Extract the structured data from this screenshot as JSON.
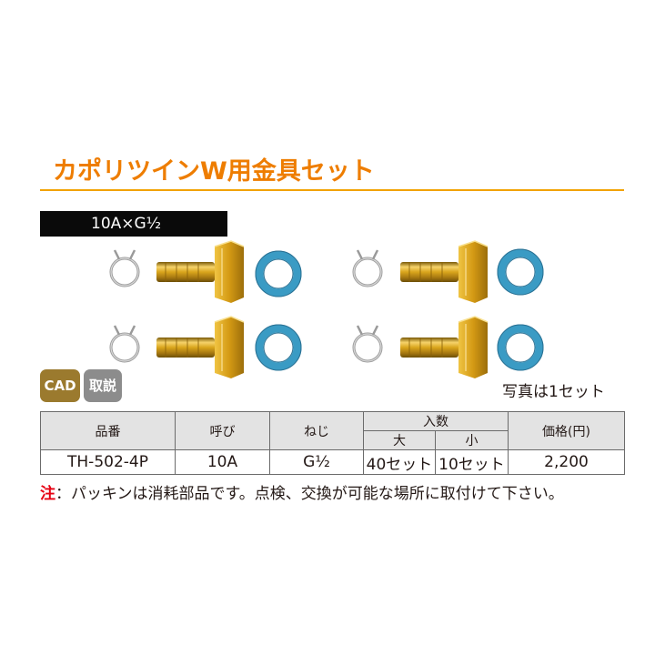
{
  "title": "カポリツインW用金具セット",
  "spec_label": "10A×G½",
  "badges": {
    "cad": "CAD",
    "manual": "取説"
  },
  "photo_caption": "写真は1セット",
  "table": {
    "headers": {
      "part_number": "品番",
      "nominal": "呼び",
      "thread": "ねじ",
      "quantity": "入数",
      "quantity_large": "大",
      "quantity_small": "小",
      "price": "価格(円)"
    },
    "rows": [
      {
        "part_number": "TH-502-4P",
        "nominal": "10A",
        "thread": "G½",
        "quantity_large": "40セット",
        "quantity_small": "10セット",
        "price": "2,200"
      }
    ]
  },
  "note": {
    "mark": "注",
    "text": "：パッキンは消耗部品です。点検、交換が可能な場所に取付けて下さい。"
  },
  "colors": {
    "title": "#ee7d00",
    "rule": "#f2a200",
    "brass": "#d8a419",
    "gasket": "#3a9bc4",
    "badge_cad": "#9b7a2e",
    "badge_manual": "#8c8c8c",
    "note_mark": "#e60012"
  }
}
